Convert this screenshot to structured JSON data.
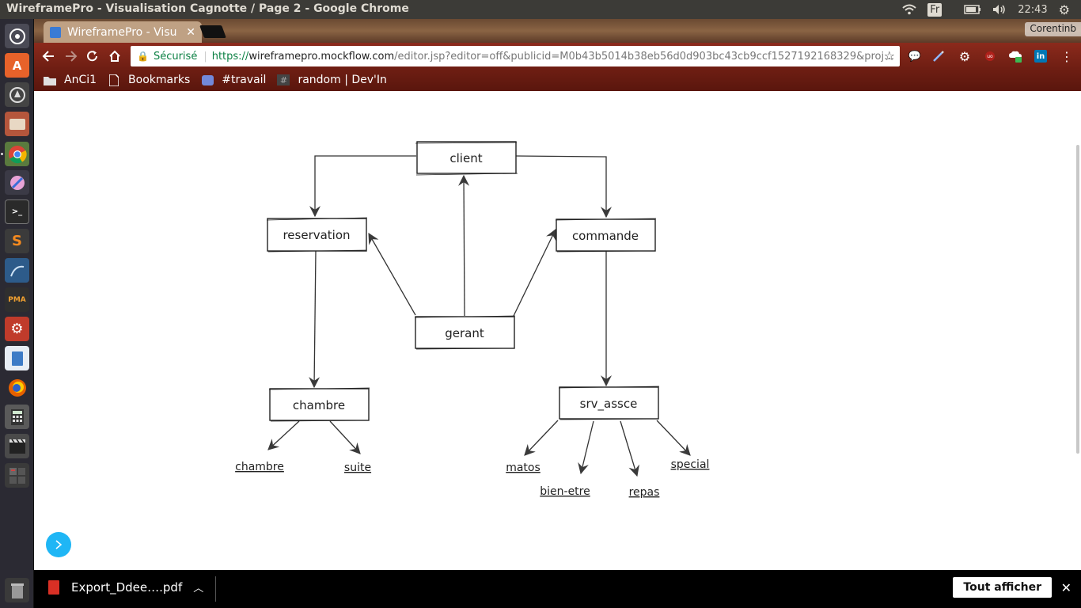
{
  "os": {
    "window_title": "WireframePro - Visualisation Cagnotte / Page 2 - Google Chrome",
    "keyboard_layout": "Fr",
    "clock": "22:43",
    "tray_icons": [
      "wifi-icon",
      "keyboard-layout-indicator",
      "battery-icon",
      "volume-icon",
      "power-gear-icon"
    ],
    "launcher_apps": [
      "ubuntu-dash-icon",
      "software-center-icon",
      "system-updater-icon",
      "file-manager-icon",
      "chrome-icon",
      "color-picker-icon",
      "terminal-icon",
      "sublime-text-icon",
      "mysql-workbench-icon",
      "phpmyadmin-icon",
      "settings-icon",
      "libreoffice-writer-icon",
      "firefox-icon",
      "calculator-icon",
      "video-editor-icon",
      "workspace-switcher-icon",
      "trash-icon"
    ]
  },
  "browser": {
    "tab_title": "WireframePro - Visu",
    "profile_name": "Corentinb",
    "security_label": "Sécurisé",
    "url_scheme": "https://",
    "url_host": "wireframepro.mockflow.com",
    "url_path": "/editor.jsp?editor=off&publicid=M0b43b5014b38eb56d0d903bc43cb9ccf1527192168329&proj…",
    "bookmarks": [
      {
        "label": "AnCi1",
        "icon": "folder-icon"
      },
      {
        "label": "Bookmarks",
        "icon": "page-icon"
      },
      {
        "label": "#travail",
        "icon": "discord-icon"
      },
      {
        "label": "random | Dev'In",
        "icon": "hash-icon"
      }
    ]
  },
  "diagram": {
    "nodes": {
      "client": "client",
      "reservation": "reservation",
      "commande": "commande",
      "gerant": "gerant",
      "chambre": "chambre",
      "srv_assce": "srv_assce"
    },
    "leaves": {
      "chambre_leaf": "chambre",
      "suite": "suite",
      "matos": "matos",
      "bien_etre": "bien-etre",
      "repas": "repas",
      "special": "special"
    }
  },
  "downloads": {
    "file_name": "Export_Ddee….pdf",
    "show_all_label": "Tout afficher"
  }
}
